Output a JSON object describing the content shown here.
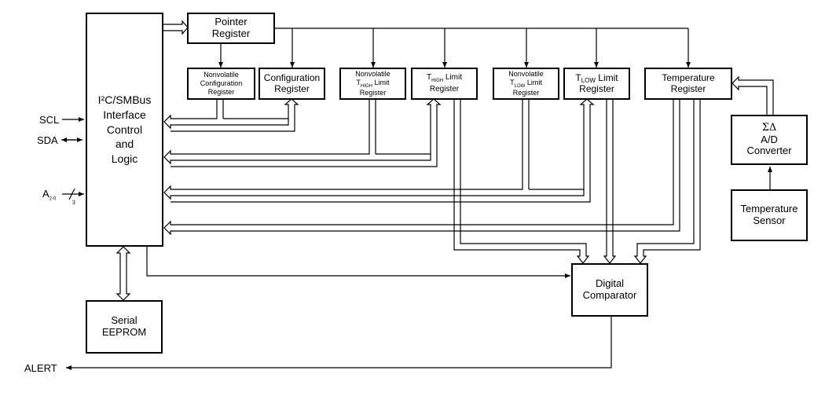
{
  "blocks": {
    "i2c": {
      "line1": "I²C/SMBus",
      "line2": "Interface",
      "line3": "Control",
      "line4": "and",
      "line5": "Logic"
    },
    "pointer": {
      "line1": "Pointer",
      "line2": "Register"
    },
    "nv_config": {
      "line1": "Nonvolatile",
      "line2": "Configuration",
      "line3": "Register"
    },
    "config": {
      "line1": "Configuration",
      "line2": "Register"
    },
    "nv_thigh": {
      "line1": "Nonvolatile",
      "prefix": "T",
      "sub": "HIGH",
      "suffix": " Limit",
      "line3": "Register"
    },
    "thigh": {
      "prefix": "T",
      "sub": "HIGH",
      "suffix": " Limit",
      "line2": "Register"
    },
    "nv_tlow": {
      "line1": "Nonvolatile",
      "prefix": "T",
      "sub": "LOW",
      "suffix": " Limit",
      "line3": "Register"
    },
    "tlow": {
      "prefix": "T",
      "sub": "LOW",
      "suffix": " Limit",
      "line2": "Register"
    },
    "temp_reg": {
      "line1": "Temperature",
      "line2": "Register"
    },
    "adc": {
      "line1": "ΣΔ",
      "line2": "A/D",
      "line3": "Converter"
    },
    "sensor": {
      "line1": "Temperature",
      "line2": "Sensor"
    },
    "comparator": {
      "line1": "Digital",
      "line2": "Comparator"
    },
    "eeprom": {
      "line1": "Serial",
      "line2": "EEPROM"
    }
  },
  "signals": {
    "scl": "SCL",
    "sda": "SDA",
    "addr": "A",
    "addr_sub": "2-0",
    "addr_width": "3",
    "alert": "ALERT"
  }
}
